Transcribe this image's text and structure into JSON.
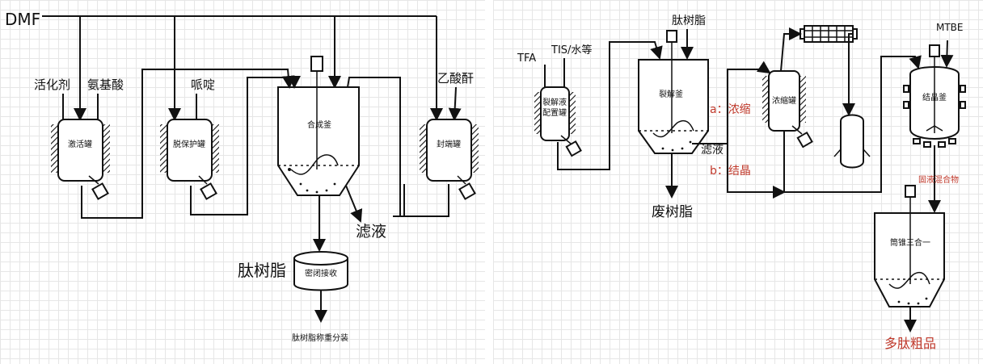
{
  "left": {
    "labels": {
      "dmf": "DMF",
      "activator": "活化剂",
      "amino_acid": "氨基酸",
      "piperidine": "哌啶",
      "acetic_anhydride": "乙酸酐",
      "filtrate": "滤液",
      "peptide_resin": "肽树脂",
      "weighing": "肽树脂称重分装"
    },
    "vessels": {
      "activation_tank": "激活罐",
      "deprotection_tank": "脱保护罐",
      "synthesis_kettle": "合成釜",
      "capping_tank": "封端罐",
      "sealed_receiver": "密闭接收"
    }
  },
  "right": {
    "labels": {
      "tfa": "TFA",
      "tis_water": "TIS/水等",
      "peptide_resin": "肽树脂",
      "mtbe": "MTBE",
      "route_a": "a：浓缩",
      "route_b": "b：结晶",
      "filtrate": "滤液",
      "waste_resin": "废树脂",
      "solid_liquid": "固液混合物",
      "crude_peptide": "多肽粗品"
    },
    "vessels": {
      "cleavage_prep_line1": "裂解液",
      "cleavage_prep_line2": "配置罐",
      "cleavage_kettle": "裂解釜",
      "concentration_tank": "浓缩罐",
      "crystallization_kettle": "结晶釜",
      "filter_dryer": "筒锥三合一"
    }
  },
  "colors": {
    "line": "#111111",
    "annotation_red": "#c0392b",
    "grid": "#e6e6e6"
  }
}
